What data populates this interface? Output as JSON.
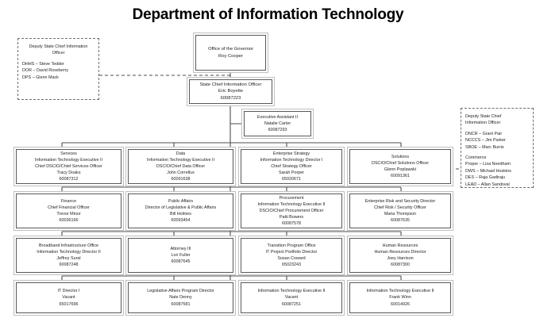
{
  "title": "Department of Information Technology",
  "colors": {
    "box_border": "#58595b",
    "box_shadow": "#bfc0c2",
    "line": "#4d4d4d",
    "text": "#1d1d1d",
    "background": "#ffffff"
  },
  "top_nodes": {
    "governor": {
      "lines": [
        "Office of the Governor",
        "Roy Cooper"
      ]
    },
    "state_cio": {
      "lines": [
        "State Chief Information Officer",
        "Eric Boyette",
        "60087223"
      ]
    },
    "executive_assistant": {
      "lines": [
        "Executive Assistant II",
        "Natalie Carter",
        "60087293"
      ]
    }
  },
  "side_notes": {
    "left": {
      "heading": [
        "Deputy State Chief Information",
        "Officer"
      ],
      "entries": [
        "DHHS – Steve Tedder",
        "DOR – David Roseberry",
        "DPS – Glenn Mack"
      ]
    },
    "right": {
      "heading": [
        "Deputy State Chief",
        "Information Officer"
      ],
      "entries": [
        "DNCR – Grant Pair",
        "NCCCS – Jim Parker",
        "SBOE – Marc Burris"
      ],
      "group_label": "Commerce",
      "group_entries": [
        "Proper – Lisa Needham",
        "DWS – Michael Hoskins",
        "DES – Raja Gadiraju",
        "LEAD – Allan Sandoval"
      ]
    }
  },
  "rows": [
    {
      "nodes": [
        {
          "lines": [
            "Services",
            "Information Technology Executive II",
            "Chief DSCIO/Chief Services Officer",
            "Tracy Doaks",
            "60087312"
          ]
        },
        {
          "lines": [
            "Data",
            "Information Technology Executive II",
            "DSCIO/Chief Data Officer",
            "John Correllus",
            "60091638"
          ]
        },
        {
          "lines": [
            "Enterprise Strategy",
            "Information Technology Director I",
            "Chief Strategy Officer",
            "Sarah Porper",
            "65020671"
          ]
        },
        {
          "lines": [
            "Solutions",
            "DSCIO/Chief Solutions Officer",
            "Glenn Poplawski",
            "60091361"
          ]
        }
      ]
    },
    {
      "nodes": [
        {
          "lines": [
            "Finance",
            "Chief Financial Officer",
            "Trevor Minor",
            "60036166"
          ]
        },
        {
          "lines": [
            "Public Affairs",
            "Director of Legislative & Public Affairs",
            "Bill Holmes",
            "60093454"
          ]
        },
        {
          "lines": [
            "Procurement",
            "Information Technology Executive II",
            "DSCIO/Chief Procurement Officer",
            "Patti Bowers",
            "60087578"
          ]
        },
        {
          "lines": [
            "Enterprise Risk and Security Director",
            "Chief  Risk / Security Officer",
            "Maria Thompson",
            "60087635"
          ]
        }
      ]
    },
    {
      "nodes": [
        {
          "lines": [
            "Broadband Infrastructure Office",
            "Information Technology Director II",
            "Jeffrey Sural",
            "60087248"
          ]
        },
        {
          "lines": [
            "Attorney III",
            "Lori Fuller",
            "60087645"
          ]
        },
        {
          "lines": [
            "Transition Program Office",
            "IT Project Portfolio Director",
            "Susan Coward",
            "65023243"
          ]
        },
        {
          "lines": [
            "Human Resources",
            "Human Resources Director",
            "Joey Harrison",
            "60087300"
          ]
        }
      ]
    },
    {
      "nodes": [
        {
          "lines": [
            "IT Director I",
            "Vacant",
            "65017696"
          ]
        },
        {
          "lines": [
            "Legislative Affairs Program Director",
            "Nate Denny",
            "60087581"
          ]
        },
        {
          "lines": [
            "Information Technology Executive II",
            "Vacant",
            "60087251"
          ]
        },
        {
          "lines": [
            "Information Technology Executive II",
            "Frank Winn",
            "60014926"
          ]
        }
      ]
    }
  ]
}
